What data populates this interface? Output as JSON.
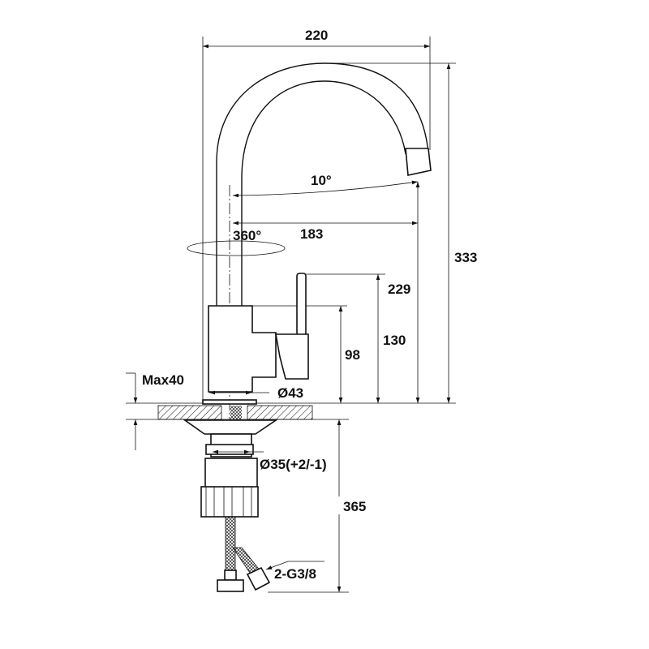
{
  "title": "Kitchen faucet dimension drawing",
  "dimensions": {
    "overall_width": "220",
    "overall_height": "333",
    "swivel_angle": "360°",
    "spout_tilt": "10°",
    "spout_reach": "183",
    "spout_height": "229",
    "handle_height": "130",
    "body_height": "98",
    "base_diameter": "Ø43",
    "max_counter_thickness": "Max40",
    "hole_diameter": "Ø35(+2/-1)",
    "hose_length": "365",
    "connection": "2-G3/8"
  },
  "colors": {
    "line": "#111111",
    "background": "#ffffff"
  }
}
